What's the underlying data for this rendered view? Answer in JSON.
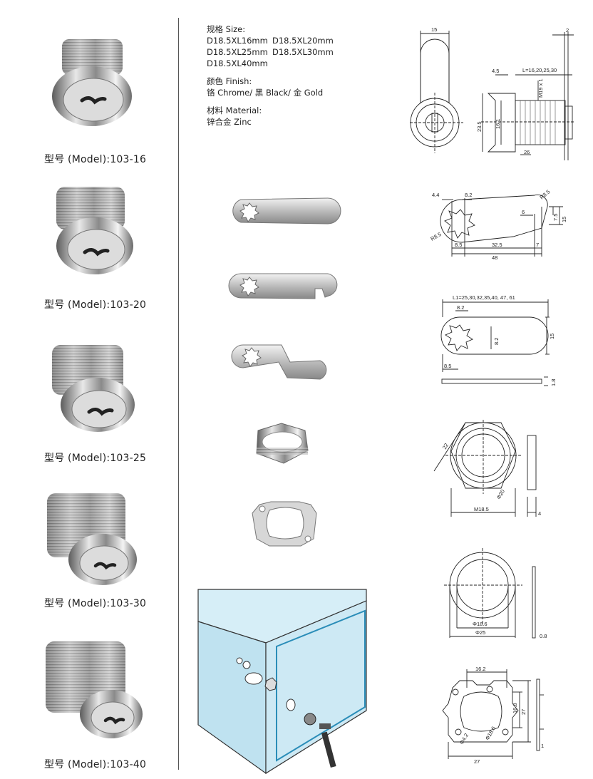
{
  "models": [
    {
      "label": "型号 (Model):103-16"
    },
    {
      "label": "型号 (Model):103-20"
    },
    {
      "label": "型号 (Model):103-25"
    },
    {
      "label": "型号 (Model):103-30"
    },
    {
      "label": "型号 (Model):103-40"
    }
  ],
  "specs": {
    "size_label": "规格 Size:",
    "sizes": [
      "D18.5XL16mm",
      "D18.5XL20mm",
      "D18.5XL25mm",
      "D18.5XL30mm",
      "D18.5XL40mm"
    ],
    "finish_label": "颜色 Finish:",
    "finish_value": "铬 Chrome/ 黑 Black/ 金 Gold",
    "material_label": "材料 Material:",
    "material_value": "锌合金 Zinc"
  },
  "drawings": {
    "lock_front": {
      "d15": "15"
    },
    "lock_side": {
      "d45": "4.5",
      "length": "L=16,20,25,30",
      "d2": "2",
      "thread": "M19 x 1",
      "d235": "23.5",
      "d161": "16.1",
      "d26": "26"
    },
    "cam1": {
      "d44": "4.4",
      "d82": "8.2",
      "r85a": "R8.5",
      "r85b": "R8.5",
      "d6": "6",
      "d75": "7.5",
      "d15": "15",
      "d85": "8.5",
      "d325": "32.5",
      "d7": "7",
      "d48": "48"
    },
    "cam2": {
      "l1": "L1=25,30,32,35,40, 47, 61",
      "d82a": "8.2",
      "d82b": "8.2",
      "d15": "15",
      "d85": "8.5",
      "d18": "1.8"
    },
    "nut": {
      "d22": "22",
      "d20": "Φ20",
      "m185": "M18.5",
      "d4": "4"
    },
    "washer": {
      "d186": "Φ18.6",
      "d25": "Φ25",
      "d08": "0.8"
    },
    "plate": {
      "d162": "16.2",
      "d168": "16.8",
      "d27v": "27",
      "d27h": "27",
      "d1": "1",
      "d186": "Φ18.6",
      "d42": "Φ4.2"
    }
  }
}
